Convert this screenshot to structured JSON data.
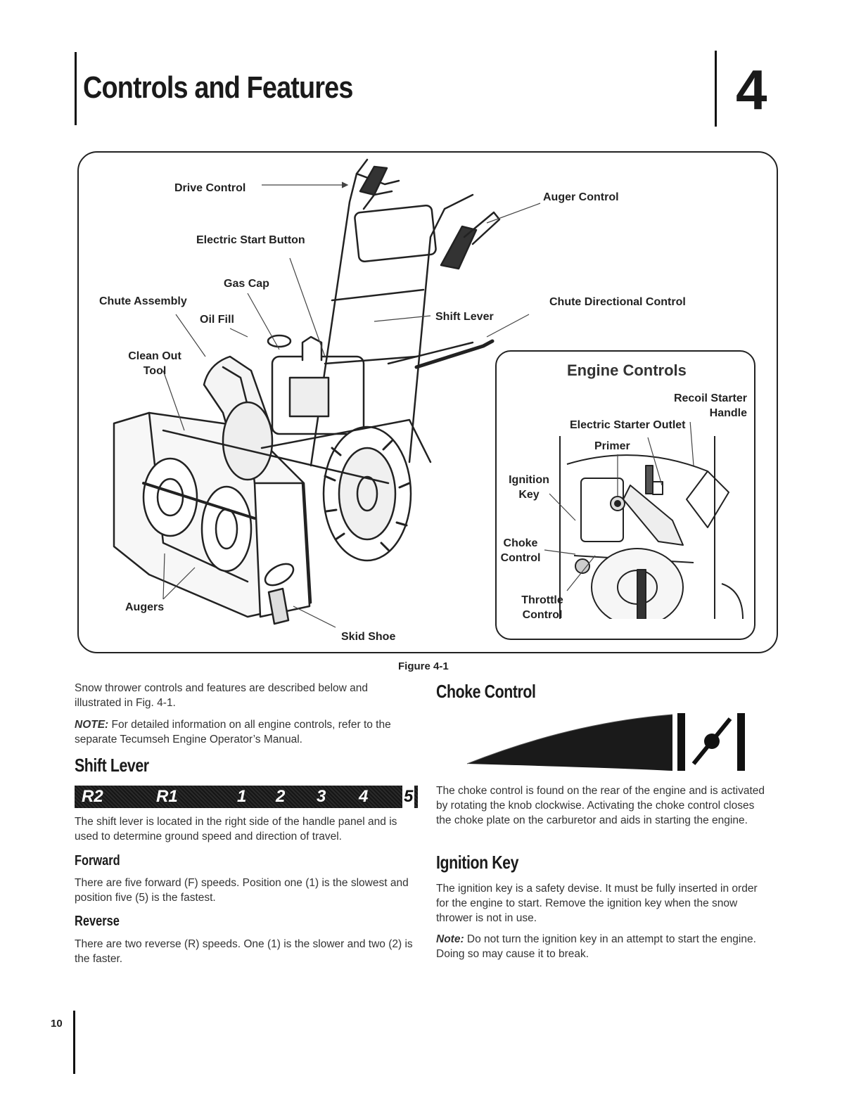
{
  "header": {
    "title": "Controls and Features",
    "chapter_number": "4"
  },
  "figure": {
    "labels": {
      "drive_control": "Drive Control",
      "auger_control": "Auger Control",
      "electric_start_button": "Electric Start Button",
      "gas_cap": "Gas Cap",
      "chute_assembly": "Chute Assembly",
      "oil_fill": "Oil Fill",
      "clean_out_tool": "Clean Out Tool",
      "shift_lever": "Shift Lever",
      "chute_directional_control": "Chute Directional Control",
      "augers": "Augers",
      "skid_shoe": "Skid Shoe"
    },
    "engine_controls": {
      "title": "Engine Controls",
      "recoil_starter_handle": "Recoil Starter Handle",
      "electric_starter_outlet": "Electric Starter Outlet",
      "primer": "Primer",
      "ignition_key": "Ignition Key",
      "choke_control": "Choke Control",
      "throttle_control": "Throttle Control"
    },
    "caption": "Figure 4-1"
  },
  "left_column": {
    "intro": "Snow thrower controls and features are described below and illustrated  in Fig. 4-1.",
    "note_label": "NOTE:",
    "note_text": " For detailed information on all engine controls, refer to the separate Tecumseh Engine Operator’s Manual.",
    "shift_lever": {
      "heading": "Shift Lever",
      "gears": [
        "R2",
        "R1",
        "1",
        "2",
        "3",
        "4",
        "5"
      ],
      "text": "The shift lever is located in the right side of the handle panel and is used to determine ground speed and direction of travel."
    },
    "forward": {
      "heading": "Forward",
      "text": "There are five forward (F) speeds. Position one (1) is the slowest and position five (5) is the fastest."
    },
    "reverse": {
      "heading": "Reverse",
      "text": "There are two reverse (R) speeds. One (1) is the slower and two (2) is the faster."
    }
  },
  "right_column": {
    "choke": {
      "heading": "Choke Control",
      "text": "The choke control is found on the rear of the engine and is activated by rotating the knob clockwise. Activating the choke control closes the choke plate on the carburetor and aids in starting the engine."
    },
    "ignition": {
      "heading": "Ignition Key",
      "text": "The ignition key is a safety devise. It must be fully inserted in order for the engine to start. Remove the ignition key when the snow thrower is not in use.",
      "note_label": "Note:",
      "note_text": " Do not turn the ignition key in an attempt to start the engine. Doing so may cause it to break."
    }
  },
  "footer": {
    "page_number": "10"
  }
}
